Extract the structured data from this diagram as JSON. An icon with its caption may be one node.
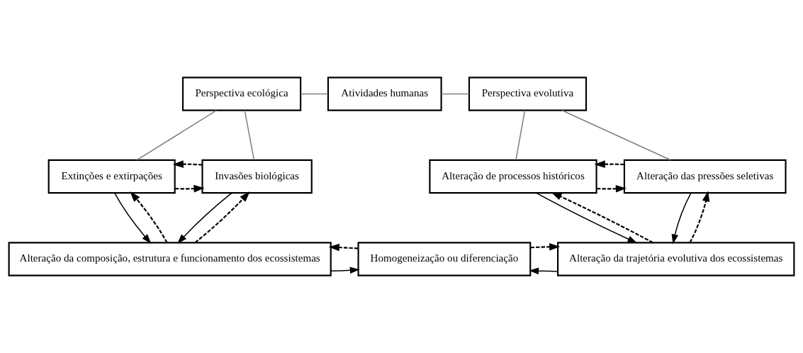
{
  "diagram": {
    "nodes": [
      {
        "text": [
          "Perspectiva ecológica"
        ]
      },
      {
        "text": [
          "Atividades humanas"
        ]
      },
      {
        "text": [
          "Perspectiva evolutiva"
        ]
      },
      {
        "text": [
          "Extinções e extirpações"
        ]
      },
      {
        "text": [
          "Invasões biológicas"
        ]
      },
      {
        "text": [
          "Alteração de processos históricos"
        ]
      },
      {
        "text": [
          "Alteração das pressões seletivas"
        ]
      },
      {
        "text": [
          "Alteração da composição, estrutura e funcionamento dos ecossistemas"
        ]
      },
      {
        "text": [
          "Homogeneização ou diferenciação"
        ]
      },
      {
        "text": [
          "Alteração da trajetória evolutiva dos ecossistemas"
        ]
      }
    ],
    "edges": [
      {
        "from": 0,
        "to": 1,
        "arrow": "none",
        "color": "#808080"
      },
      {
        "from": 1,
        "to": 2,
        "arrow": "none",
        "color": "#808080"
      },
      {
        "from": 0,
        "to": 3,
        "arrow": "none",
        "color": "#808080"
      },
      {
        "from": 0,
        "to": 4,
        "arrow": "none",
        "color": "#808080"
      },
      {
        "from": 2,
        "to": 5,
        "arrow": "none",
        "color": "#808080"
      },
      {
        "from": 2,
        "to": 6,
        "arrow": "none",
        "color": "#808080"
      },
      {
        "from": 3,
        "to": 4,
        "arrow": "to",
        "style": "dashed"
      },
      {
        "from": 4,
        "to": 3,
        "arrow": "to",
        "style": "dashed"
      },
      {
        "from": 5,
        "to": 6,
        "arrow": "to",
        "style": "dashed"
      },
      {
        "from": 6,
        "to": 5,
        "arrow": "to",
        "style": "dashed"
      },
      {
        "from": 3,
        "to": 7,
        "arrow": "to"
      },
      {
        "from": 4,
        "to": 7,
        "arrow": "to"
      },
      {
        "from": 7,
        "to": 3,
        "arrow": "to",
        "style": "dashed"
      },
      {
        "from": 7,
        "to": 4,
        "arrow": "to",
        "style": "dashed"
      },
      {
        "from": 5,
        "to": 9,
        "arrow": "to"
      },
      {
        "from": 6,
        "to": 9,
        "arrow": "to"
      },
      {
        "from": 9,
        "to": 5,
        "arrow": "to",
        "style": "dashed"
      },
      {
        "from": 9,
        "to": 6,
        "arrow": "to",
        "style": "dashed"
      },
      {
        "from": 7,
        "to": 8,
        "arrow": "to"
      },
      {
        "from": 8,
        "to": 7,
        "arrow": "to",
        "style": "dashed"
      },
      {
        "from": 9,
        "to": 8,
        "arrow": "to"
      },
      {
        "from": 8,
        "to": 9,
        "arrow": "to",
        "style": "dashed"
      }
    ]
  }
}
